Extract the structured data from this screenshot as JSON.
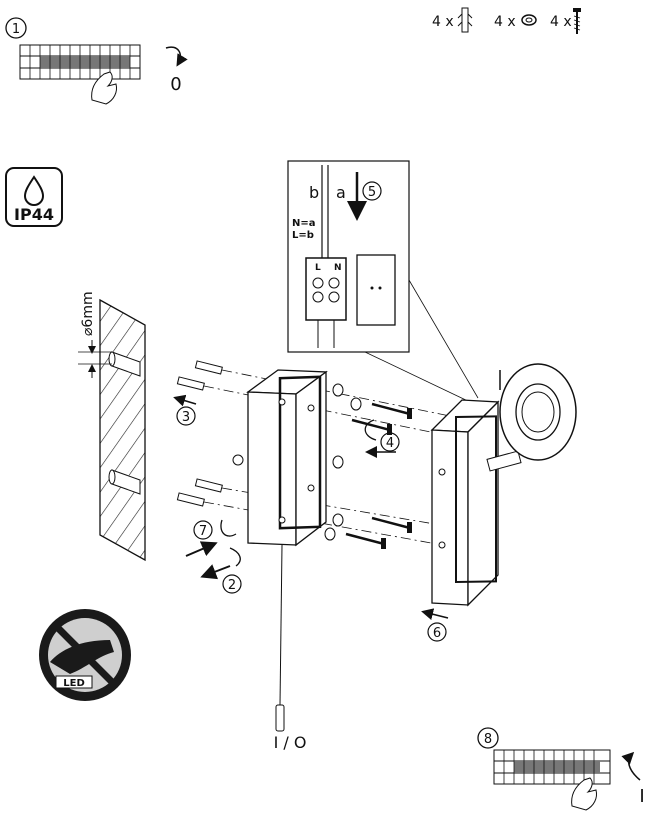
{
  "steps": [
    "1",
    "2",
    "3",
    "4",
    "5",
    "6",
    "7",
    "8"
  ],
  "power_off_label": "0",
  "power_on_label": "I",
  "parts": [
    {
      "qty": "4 x",
      "icon": "wall-plug-icon"
    },
    {
      "qty": "4 x",
      "icon": "washer-icon"
    },
    {
      "qty": "4 x",
      "icon": "screw-icon"
    }
  ],
  "ip_rating": "IP44",
  "drill_diameter": "⌀6mm",
  "wiring": {
    "b": "b",
    "a": "a",
    "n_eq": "N=a",
    "l_eq": "L=b",
    "terminal_l": "L",
    "terminal_n": "N"
  },
  "pull_switch_label": "I / O",
  "led_label": "LED"
}
